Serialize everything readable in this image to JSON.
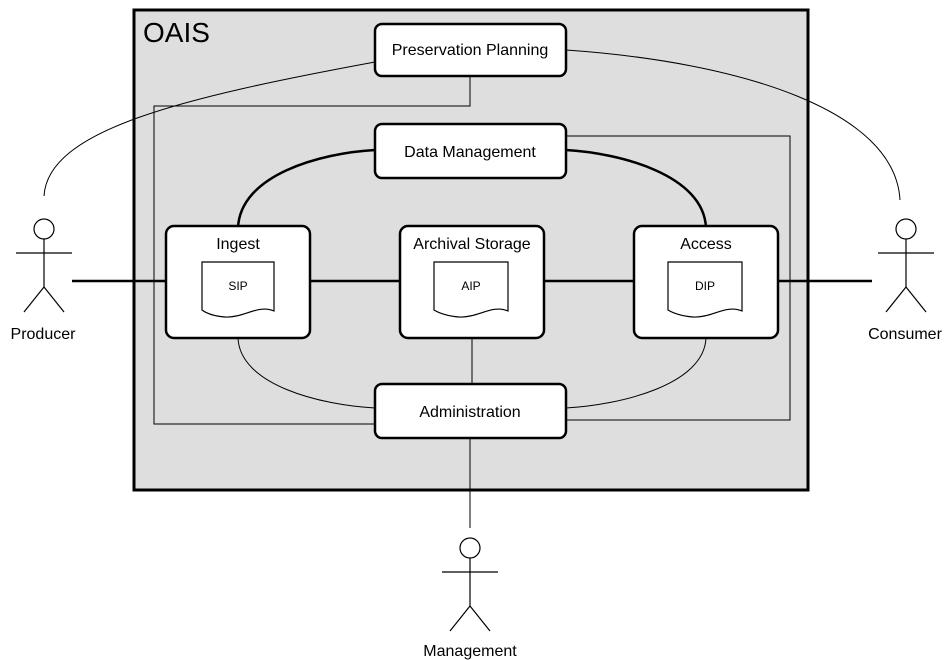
{
  "system": {
    "title": "OAIS"
  },
  "entities": {
    "preservation_planning": "Preservation Planning",
    "data_management": "Data Management",
    "ingest": "Ingest",
    "archival_storage": "Archival Storage",
    "access": "Access",
    "administration": "Administration"
  },
  "packages": {
    "sip": "SIP",
    "aip": "AIP",
    "dip": "DIP"
  },
  "actors": {
    "producer": "Producer",
    "consumer": "Consumer",
    "management": "Management"
  }
}
